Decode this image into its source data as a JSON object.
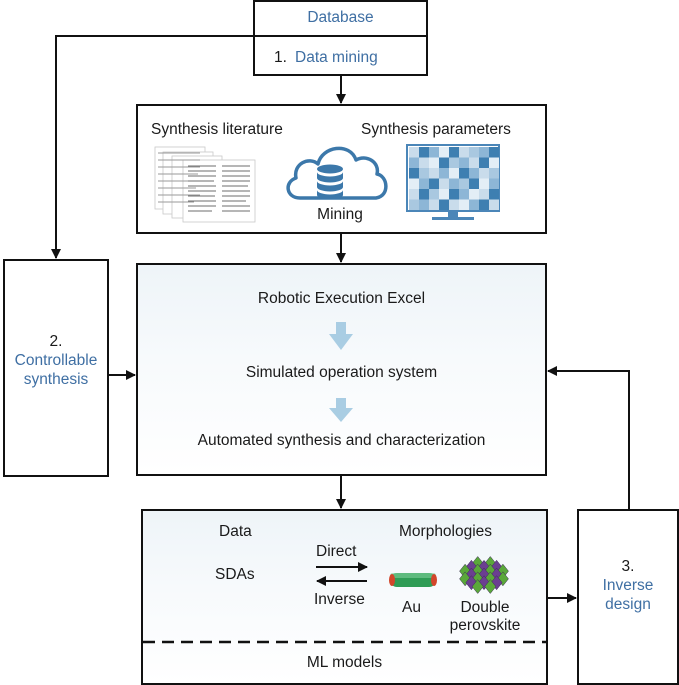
{
  "database": {
    "label": "Database",
    "step_number": "1.",
    "step_label": "Data mining"
  },
  "mining_panel": {
    "left_title": "Synthesis literature",
    "right_title": "Synthesis parameters",
    "center_label": "Mining"
  },
  "execution_panel": {
    "step1": "Robotic Execution Excel",
    "step2": "Simulated operation system",
    "step3": "Automated synthesis and characterization"
  },
  "controllable": {
    "number": "2.",
    "line1": "Controllable",
    "line2": "synthesis"
  },
  "ml_panel": {
    "data_label": "Data",
    "sdas_label": "SDAs",
    "direct_label": "Direct",
    "inverse_label": "Inverse",
    "morph_title": "Morphologies",
    "au_label": "Au",
    "double_line1": "Double",
    "double_line2": "perovskite",
    "footer": "ML models"
  },
  "inverse": {
    "number": "3.",
    "line1": "Inverse",
    "line2": "design"
  },
  "colors": {
    "accent_blue": "#3f6fa3",
    "heatmap_light": "#c9dceb",
    "heatmap_mid": "#8db6d6",
    "heatmap_dark": "#3e7fb1",
    "cloud_blue": "#3c78aa",
    "down_arrow": "#a9cde3",
    "rod_green": "#2f9c55",
    "rod_tip": "#d2462a",
    "perovskite_purple": "#6b3f91",
    "perovskite_green": "#5aa83a"
  },
  "icons": [
    "document-stack-icon",
    "cloud-database-icon",
    "heatmap-monitor-icon",
    "gold-nanorod-icon",
    "perovskite-crystal-icon",
    "down-arrow-icon"
  ]
}
